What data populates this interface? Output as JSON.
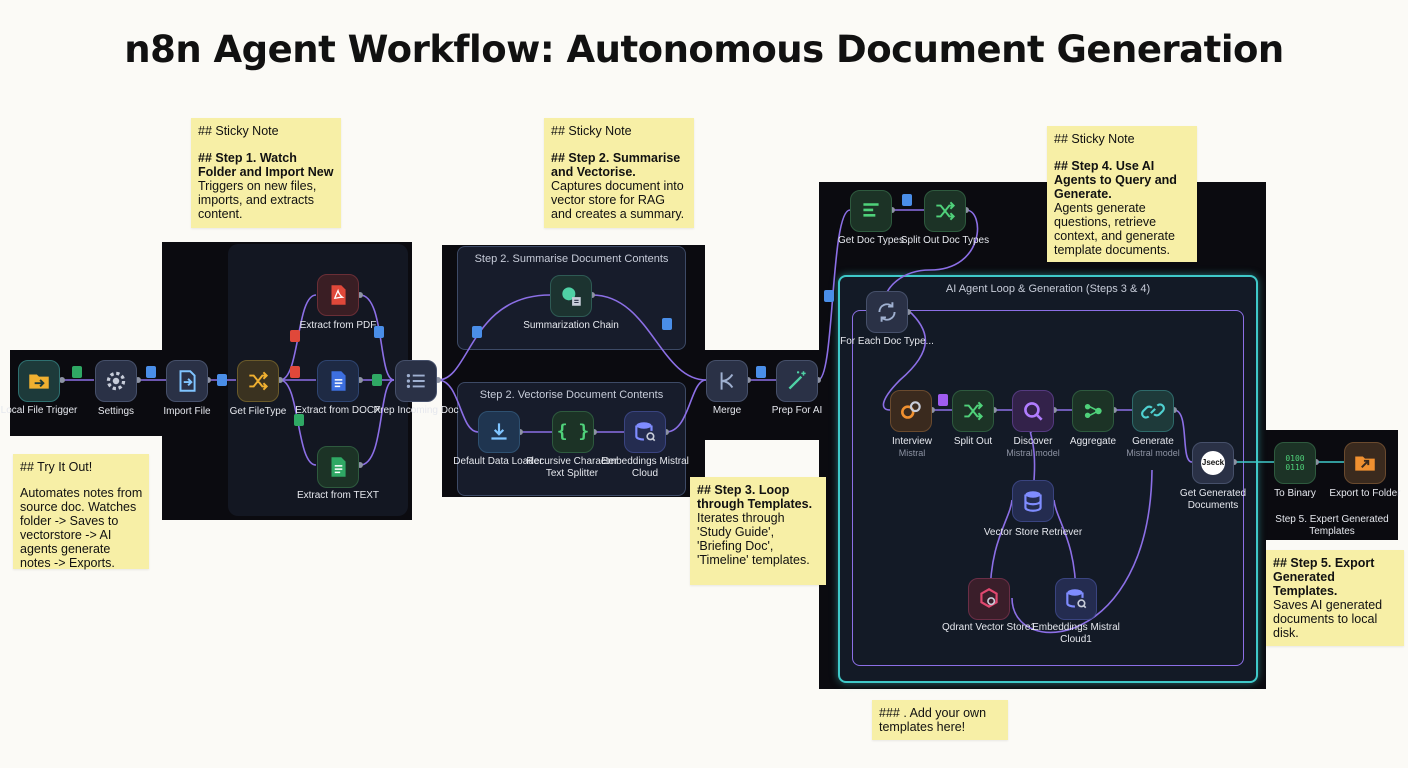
{
  "page_title": "n8n Agent Workflow: Autonomous Document Generation",
  "stickies": {
    "step1": {
      "heading": "## Sticky Note",
      "title": "## Step 1. Watch Folder and Import New",
      "body": "Triggers on new files, imports, and extracts content."
    },
    "step2": {
      "heading": "## Sticky Note",
      "title": "## Step 2. Summarise and Vectorise.",
      "body": "Captures document into vector store for RAG and creates a summary."
    },
    "step4": {
      "heading": "## Sticky Note",
      "title": "## Step 4. Use AI Agents to Query and Generate.",
      "body": "Agents generate questions, retrieve context, and generate template documents."
    },
    "tryit": {
      "title": "## Try It Out!",
      "body": "Automates notes from source doc. Watches folder -> Saves to vectorstore -> AI agents generate notes -> Exports."
    },
    "step3": {
      "title": "## Step 3. Loop through Templates.",
      "body": "Iterates through 'Study Guide', 'Briefing Doc', 'Timeline' templates."
    },
    "step5": {
      "title": "## Step 5. Export Generated Templates.",
      "body": "Saves AI generated documents to local disk."
    },
    "templates": {
      "body": "###  . Add your own templates here!"
    }
  },
  "groups": {
    "summarise": "Step 2. Summarise Document Contents",
    "vectorise": "Step 2. Vectorise Document Contents",
    "agent_loop": "AI Agent Loop & Generation (Steps 3 & 4)",
    "export": "Step 5. Expert Generated Templates"
  },
  "nodes": {
    "local_file_trigger": "Local File Trigger",
    "settings": "Settings",
    "import_file": "Import File",
    "get_filetype": "Get FileType",
    "extract_pdf": "Extract from PDF",
    "extract_docx": "Extract from DOCX",
    "extract_text": "Extract from TEXT",
    "prep_incoming": "Prep Incoming Doc",
    "summarization_chain": "Summarization Chain",
    "default_data_loader": "Default Data Loader",
    "recursive_splitter": "Recursive Character Text Splitter",
    "embeddings_mistral": "Embeddings Mistral Cloud",
    "merge": "Merge",
    "prep_for_ai": "Prep For AI",
    "get_doc_types": "Get Doc Types",
    "split_out_doc_types": "Split Out Doc Types",
    "for_each_doc_type": "For Each Doc Type...",
    "interview": "Interview",
    "interview_sub": "Mistral",
    "split_out": "Split Out",
    "discover": "Discover",
    "discover_sub": "Mistral model",
    "aggregate": "Aggregate",
    "generate": "Generate",
    "generate_sub": "Mistral model",
    "get_generated": "Get Generated Documents",
    "get_generated_badge": "Jseck",
    "vector_store_retriever": "Vector Store Retriever",
    "qdrant_store": "Qdrant Vector Store1",
    "embeddings_mistral1": "Embeddings Mistral Cloud1",
    "to_binary": "To Binary",
    "to_binary_glyph": "0100 0110",
    "export_folder": "Export to Folder"
  },
  "colors": {
    "pdf": "#e0483a",
    "docx": "#3d6fe0",
    "text": "#2fa864",
    "wire": "#8c6fe6",
    "wire_teal": "#3fc9c9",
    "sticky": "#f7efa6",
    "canvas": "#0b0b10"
  }
}
